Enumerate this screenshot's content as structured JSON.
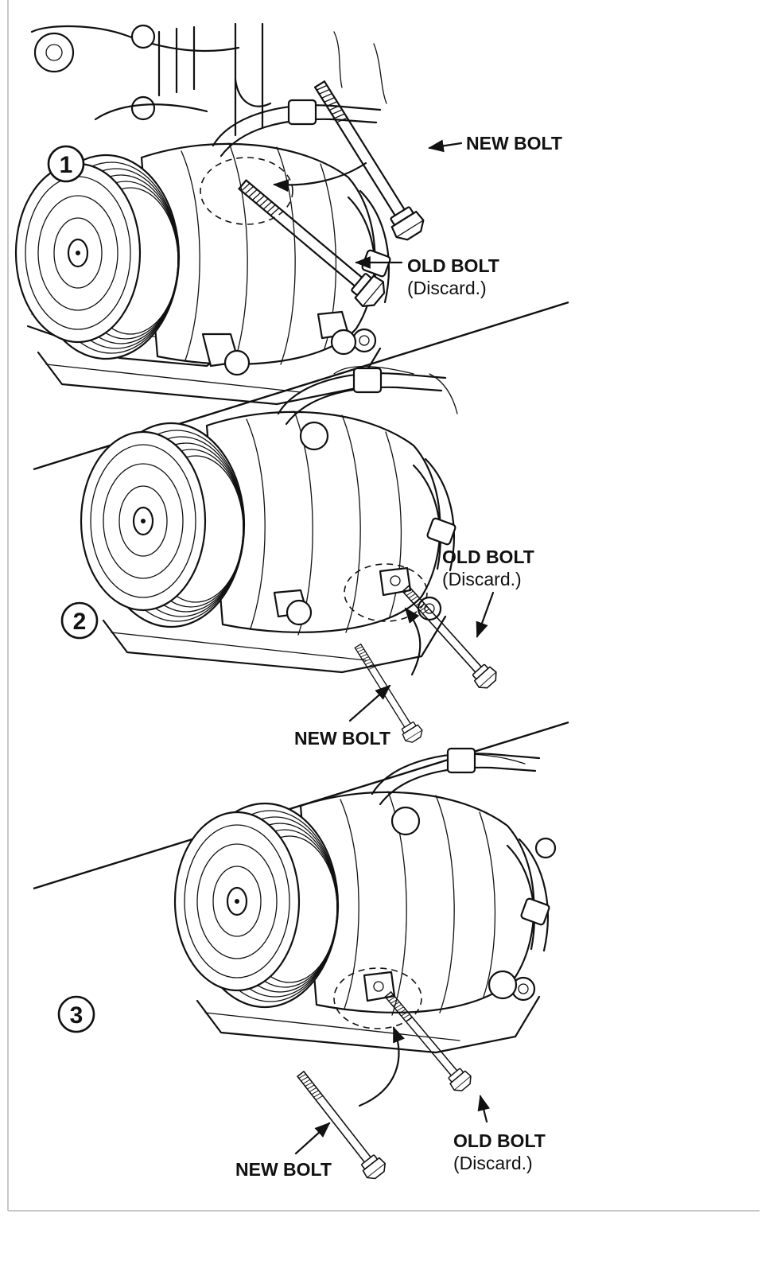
{
  "steps": [
    {
      "number": "1",
      "new_bolt_label": "NEW BOLT",
      "old_bolt_label": "OLD BOLT",
      "old_bolt_note": "(Discard.)"
    },
    {
      "number": "2",
      "new_bolt_label": "NEW BOLT",
      "old_bolt_label": "OLD BOLT",
      "old_bolt_note": "(Discard.)"
    },
    {
      "number": "3",
      "new_bolt_label": "NEW BOLT",
      "old_bolt_label": "OLD BOLT",
      "old_bolt_note": "(Discard.)"
    }
  ],
  "colors": {
    "ink": "#111111",
    "background": "#ffffff",
    "frame": "#c8c8c8"
  }
}
